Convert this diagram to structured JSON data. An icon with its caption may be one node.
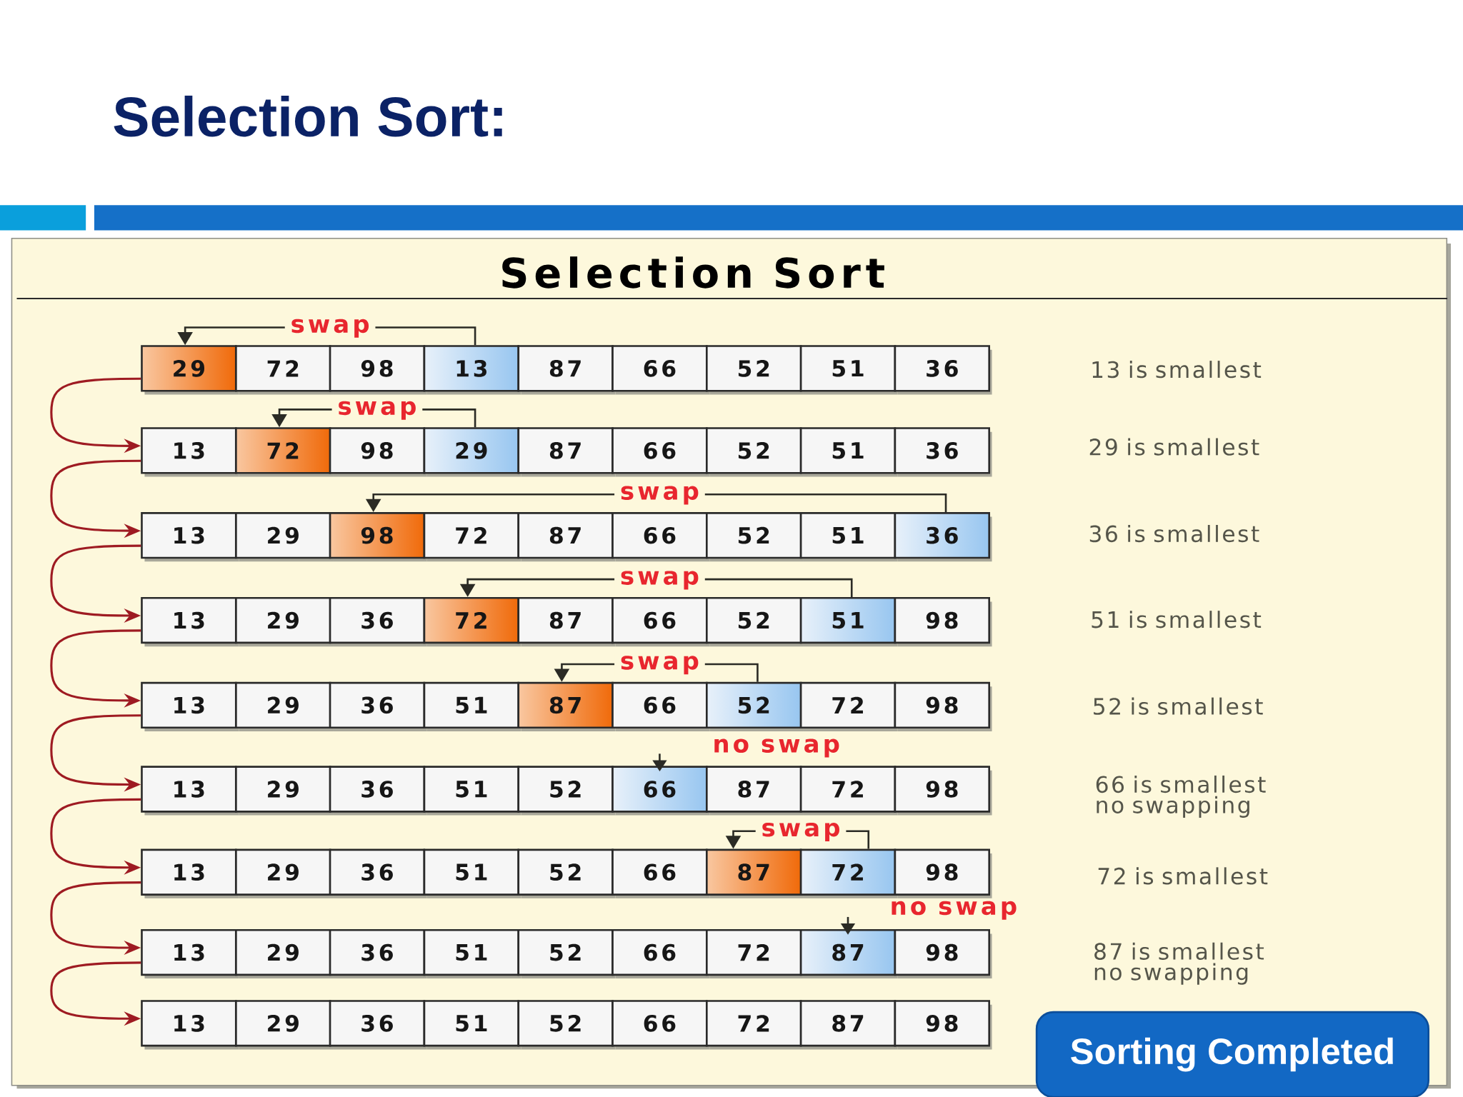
{
  "diagram": {
    "title": "Selection Sort:",
    "nodes": [
      {
        "text": [
          "Selection Sort"
        ]
      },
      {
        "text": [
          "29"
        ],
        "in": 0
      },
      {
        "text": [
          "72"
        ],
        "in": 0
      },
      {
        "text": [
          "98"
        ],
        "in": 0
      },
      {
        "text": [
          "13"
        ],
        "in": 0
      },
      {
        "text": [
          "87"
        ],
        "in": 0
      },
      {
        "text": [
          "66"
        ],
        "in": 0
      },
      {
        "text": [
          "52"
        ],
        "in": 0
      },
      {
        "text": [
          "51"
        ],
        "in": 0
      },
      {
        "text": [
          "36"
        ],
        "in": 0
      },
      {
        "text": [
          "13"
        ],
        "in": 0
      },
      {
        "text": [
          "72"
        ],
        "in": 0
      },
      {
        "text": [
          "98"
        ],
        "in": 0
      },
      {
        "text": [
          "29"
        ],
        "in": 0
      },
      {
        "text": [
          "87"
        ],
        "in": 0
      },
      {
        "text": [
          "66"
        ],
        "in": 0
      },
      {
        "text": [
          "52"
        ],
        "in": 0
      },
      {
        "text": [
          "51"
        ],
        "in": 0
      },
      {
        "text": [
          "36"
        ],
        "in": 0
      },
      {
        "text": [
          "13"
        ],
        "in": 0
      },
      {
        "text": [
          "29"
        ],
        "in": 0
      },
      {
        "text": [
          "98"
        ],
        "in": 0
      },
      {
        "text": [
          "72"
        ],
        "in": 0
      },
      {
        "text": [
          "87"
        ],
        "in": 0
      },
      {
        "text": [
          "66"
        ],
        "in": 0
      },
      {
        "text": [
          "52"
        ],
        "in": 0
      },
      {
        "text": [
          "51"
        ],
        "in": 0
      },
      {
        "text": [
          "36"
        ],
        "in": 0
      },
      {
        "text": [
          "13"
        ],
        "in": 0
      },
      {
        "text": [
          "29"
        ],
        "in": 0
      },
      {
        "text": [
          "36"
        ],
        "in": 0
      },
      {
        "text": [
          "72"
        ],
        "in": 0
      },
      {
        "text": [
          "87"
        ],
        "in": 0
      },
      {
        "text": [
          "66"
        ],
        "in": 0
      },
      {
        "text": [
          "52"
        ],
        "in": 0
      },
      {
        "text": [
          "51"
        ],
        "in": 0
      },
      {
        "text": [
          "98"
        ],
        "in": 0
      },
      {
        "text": [
          "13"
        ],
        "in": 0
      },
      {
        "text": [
          "29"
        ],
        "in": 0
      },
      {
        "text": [
          "36"
        ],
        "in": 0
      },
      {
        "text": [
          "51"
        ],
        "in": 0
      },
      {
        "text": [
          "87"
        ],
        "in": 0
      },
      {
        "text": [
          "66"
        ],
        "in": 0
      },
      {
        "text": [
          "52"
        ],
        "in": 0
      },
      {
        "text": [
          "72"
        ],
        "in": 0
      },
      {
        "text": [
          "98"
        ],
        "in": 0
      },
      {
        "text": [
          "13"
        ],
        "in": 0
      },
      {
        "text": [
          "29"
        ],
        "in": 0
      },
      {
        "text": [
          "36"
        ],
        "in": 0
      },
      {
        "text": [
          "51"
        ],
        "in": 0
      },
      {
        "text": [
          "52"
        ],
        "in": 0
      },
      {
        "text": [
          "66"
        ],
        "in": 0
      },
      {
        "text": [
          "87"
        ],
        "in": 0
      },
      {
        "text": [
          "72"
        ],
        "in": 0
      },
      {
        "text": [
          "98"
        ],
        "in": 0
      },
      {
        "text": [
          "13"
        ],
        "in": 0
      },
      {
        "text": [
          "29"
        ],
        "in": 0
      },
      {
        "text": [
          "36"
        ],
        "in": 0
      },
      {
        "text": [
          "51"
        ],
        "in": 0
      },
      {
        "text": [
          "52"
        ],
        "in": 0
      },
      {
        "text": [
          "66"
        ],
        "in": 0
      },
      {
        "text": [
          "87"
        ],
        "in": 0
      },
      {
        "text": [
          "72"
        ],
        "in": 0
      },
      {
        "text": [
          "98"
        ],
        "in": 0
      },
      {
        "text": [
          "13"
        ],
        "in": 0
      },
      {
        "text": [
          "29"
        ],
        "in": 0
      },
      {
        "text": [
          "36"
        ],
        "in": 0
      },
      {
        "text": [
          "51"
        ],
        "in": 0
      },
      {
        "text": [
          "52"
        ],
        "in": 0
      },
      {
        "text": [
          "66"
        ],
        "in": 0
      },
      {
        "text": [
          "72"
        ],
        "in": 0
      },
      {
        "text": [
          "87"
        ],
        "in": 0
      },
      {
        "text": [
          "98"
        ],
        "in": 0
      },
      {
        "text": [
          "13"
        ],
        "in": 0
      },
      {
        "text": [
          "29"
        ],
        "in": 0
      },
      {
        "text": [
          "36"
        ],
        "in": 0
      },
      {
        "text": [
          "51"
        ],
        "in": 0
      },
      {
        "text": [
          "52"
        ],
        "in": 0
      },
      {
        "text": [
          "66"
        ],
        "in": 0
      },
      {
        "text": [
          "72"
        ],
        "in": 0
      },
      {
        "text": [
          "87"
        ],
        "in": 0
      },
      {
        "text": [
          "98"
        ],
        "in": 0
      },
      {
        "text": [
          "Sorting Completed"
        ]
      }
    ],
    "edges": [
      {
        "from": 4,
        "to": 1,
        "arrow": "to",
        "label": "swap"
      },
      {
        "from": 1,
        "to": 10,
        "arrow": "to",
        "color": "#9e1b22"
      },
      {
        "from": 13,
        "to": 11,
        "arrow": "to",
        "label": "swap"
      },
      {
        "from": 10,
        "to": 19,
        "arrow": "to",
        "color": "#9e1b22"
      },
      {
        "from": 27,
        "to": 21,
        "arrow": "to",
        "label": "swap"
      },
      {
        "from": 19,
        "to": 28,
        "arrow": "to",
        "color": "#9e1b22"
      },
      {
        "from": 35,
        "to": 31,
        "arrow": "to",
        "label": "swap"
      },
      {
        "from": 28,
        "to": 37,
        "arrow": "to",
        "color": "#9e1b22"
      },
      {
        "from": 43,
        "to": 41,
        "arrow": "to",
        "label": "swap"
      },
      {
        "from": 37,
        "to": 46,
        "arrow": "to",
        "color": "#9e1b22"
      },
      {
        "from": null,
        "to": 51,
        "arrow": "to"
      },
      {
        "from": 46,
        "to": 55,
        "arrow": "to",
        "color": "#9e1b22"
      },
      {
        "from": 62,
        "to": 61,
        "arrow": "to",
        "label": "swap"
      },
      {
        "from": 55,
        "to": 64,
        "arrow": "to",
        "color": "#9e1b22"
      },
      {
        "from": null,
        "to": 71,
        "arrow": "to"
      },
      {
        "from": 64,
        "to": 73,
        "arrow": "to",
        "color": "#9e1b22"
      }
    ],
    "labels": [
      "13 is smallest",
      "29 is smallest",
      "36 is smallest",
      "51 is smallest",
      "52 is smallest",
      "no swap",
      "66 is smallest no swapping",
      "72 is smallest",
      "no swap",
      "87 is smallest no swapping"
    ]
  }
}
